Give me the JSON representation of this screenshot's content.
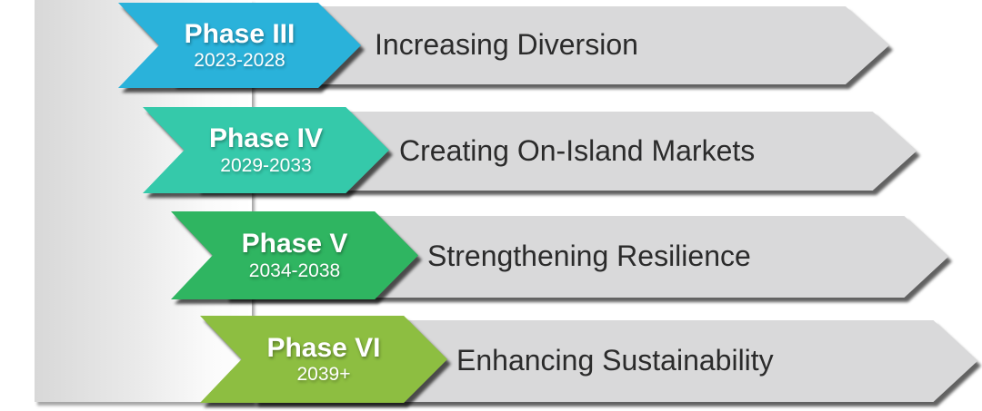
{
  "phases": [
    {
      "label": "Phase III",
      "years": "2023-2028",
      "description": "Increasing Diversion",
      "color": "#2AB2DA"
    },
    {
      "label": "Phase IV",
      "years": "2029-2033",
      "description": "Creating On-Island Markets",
      "color": "#35C9AA"
    },
    {
      "label": "Phase V",
      "years": "2034-2038",
      "description": "Strengthening Resilience",
      "color": "#2FB561"
    },
    {
      "label": "Phase VI",
      "years": "2039+",
      "description": "Enhancing Sustainability",
      "color": "#8DBE41"
    }
  ],
  "colors": {
    "banner_fill": "#D9D9DA",
    "panel_gradient_start": "#D8D8D8",
    "panel_gradient_end": "#FFFFFF",
    "description_text": "#2B2B2B",
    "phase_text": "#FFFFFF"
  }
}
